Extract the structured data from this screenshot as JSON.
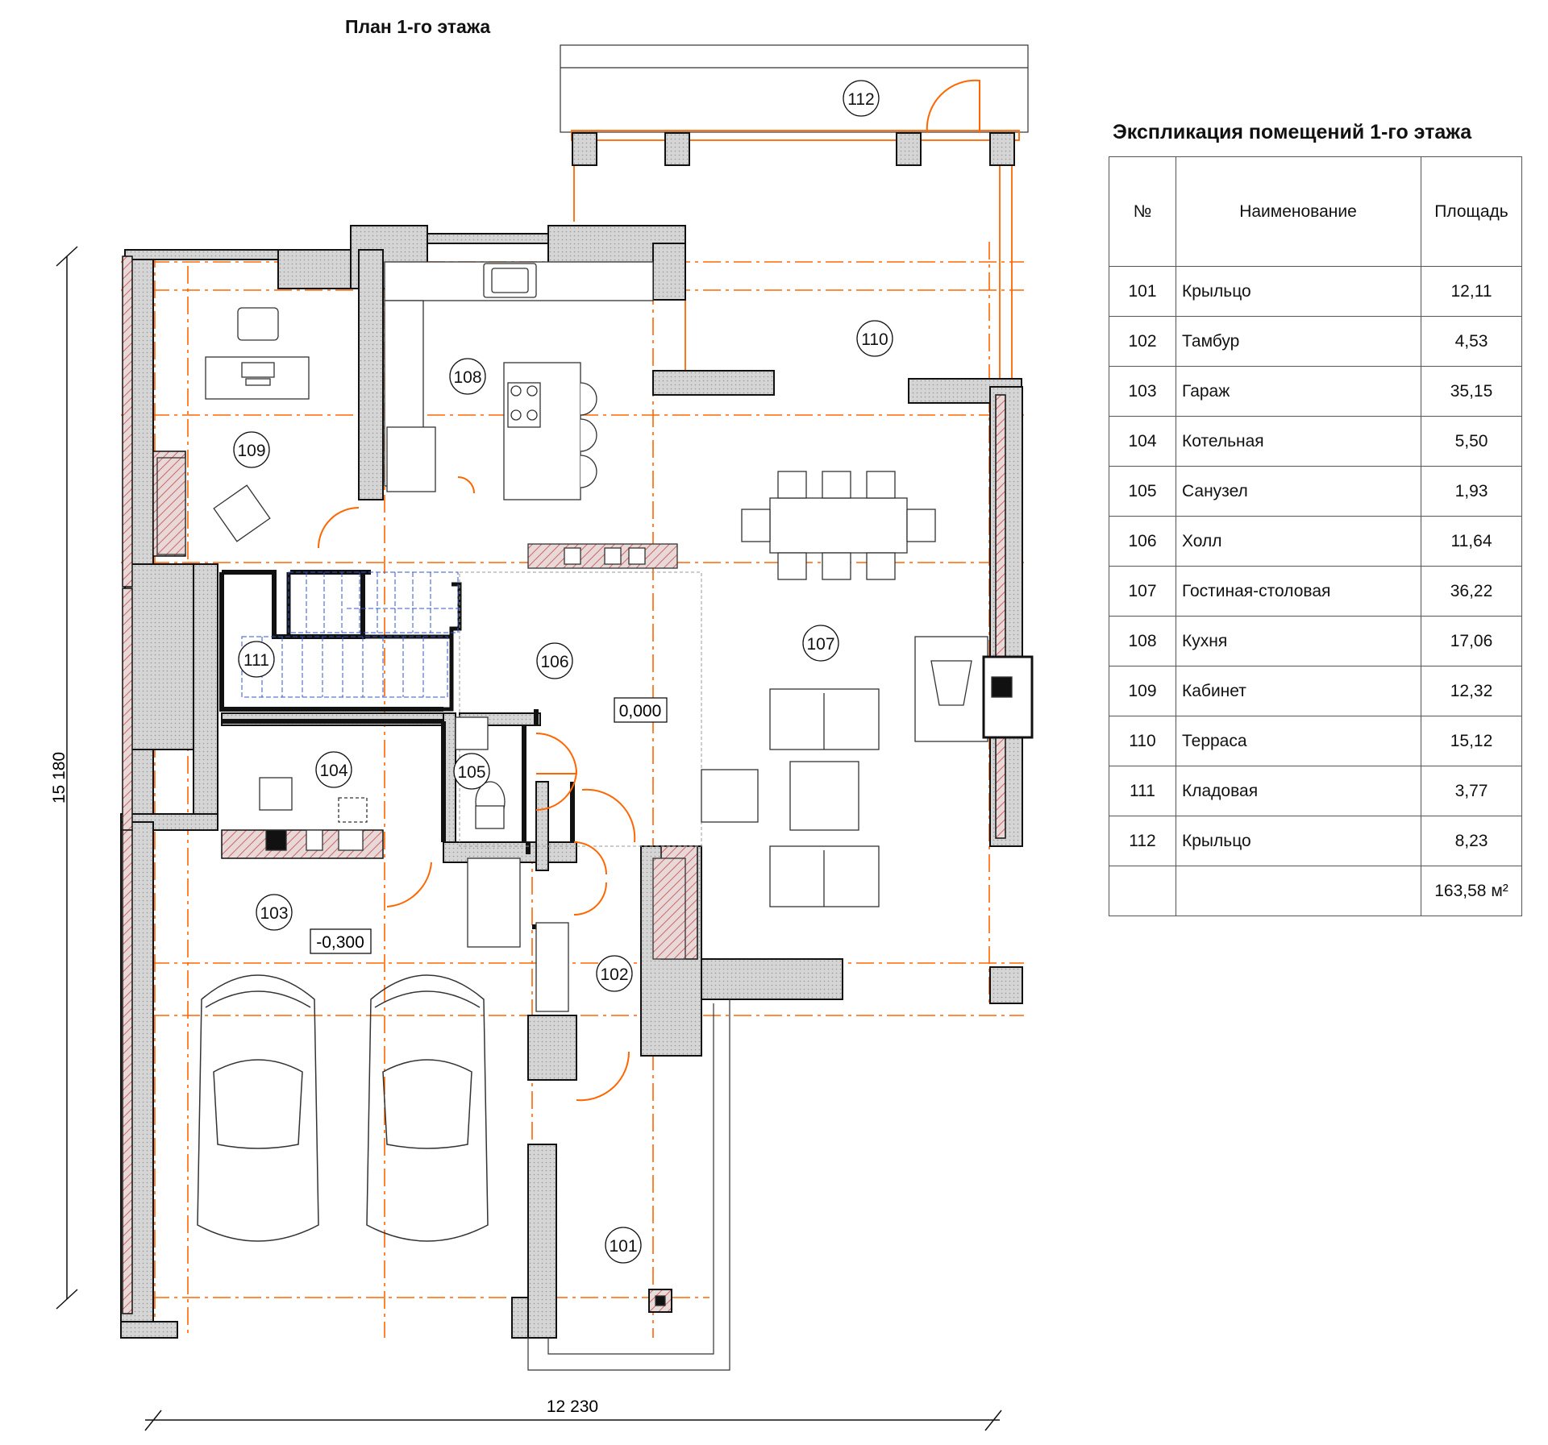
{
  "plan_title": "План 1-го этажа",
  "legend": {
    "title": "Экспликация помещений 1-го этажа",
    "headers": {
      "no": "№",
      "name": "Наименование",
      "area": "Площадь"
    },
    "rows": [
      {
        "no": "101",
        "name": "Крыльцо",
        "area": "12,11"
      },
      {
        "no": "102",
        "name": "Тамбур",
        "area": "4,53"
      },
      {
        "no": "103",
        "name": "Гараж",
        "area": "35,15"
      },
      {
        "no": "104",
        "name": "Котельная",
        "area": "5,50"
      },
      {
        "no": "105",
        "name": "Санузел",
        "area": "1,93"
      },
      {
        "no": "106",
        "name": "Холл",
        "area": "11,64"
      },
      {
        "no": "107",
        "name": "Гостиная-столовая",
        "area": "36,22"
      },
      {
        "no": "108",
        "name": "Кухня",
        "area": "17,06"
      },
      {
        "no": "109",
        "name": "Кабинет",
        "area": "12,32"
      },
      {
        "no": "110",
        "name": "Терраса",
        "area": "15,12"
      },
      {
        "no": "111",
        "name": "Кладовая",
        "area": "3,77"
      },
      {
        "no": "112",
        "name": "Крыльцо",
        "area": "8,23"
      }
    ],
    "total": "163,58 м²"
  },
  "room_numbers": [
    "101",
    "102",
    "103",
    "104",
    "105",
    "106",
    "107",
    "108",
    "109",
    "110",
    "111",
    "112"
  ],
  "levels": {
    "hall": "0,000",
    "garage": "-0,300"
  },
  "dimensions": {
    "width": "12 230",
    "height": "15 180"
  },
  "colors": {
    "axis": "#ff6600",
    "wall_fill": "#d3d3d3",
    "wall_hatch": "#cc6666",
    "lines": "#111111",
    "stair": "#3355cc"
  }
}
